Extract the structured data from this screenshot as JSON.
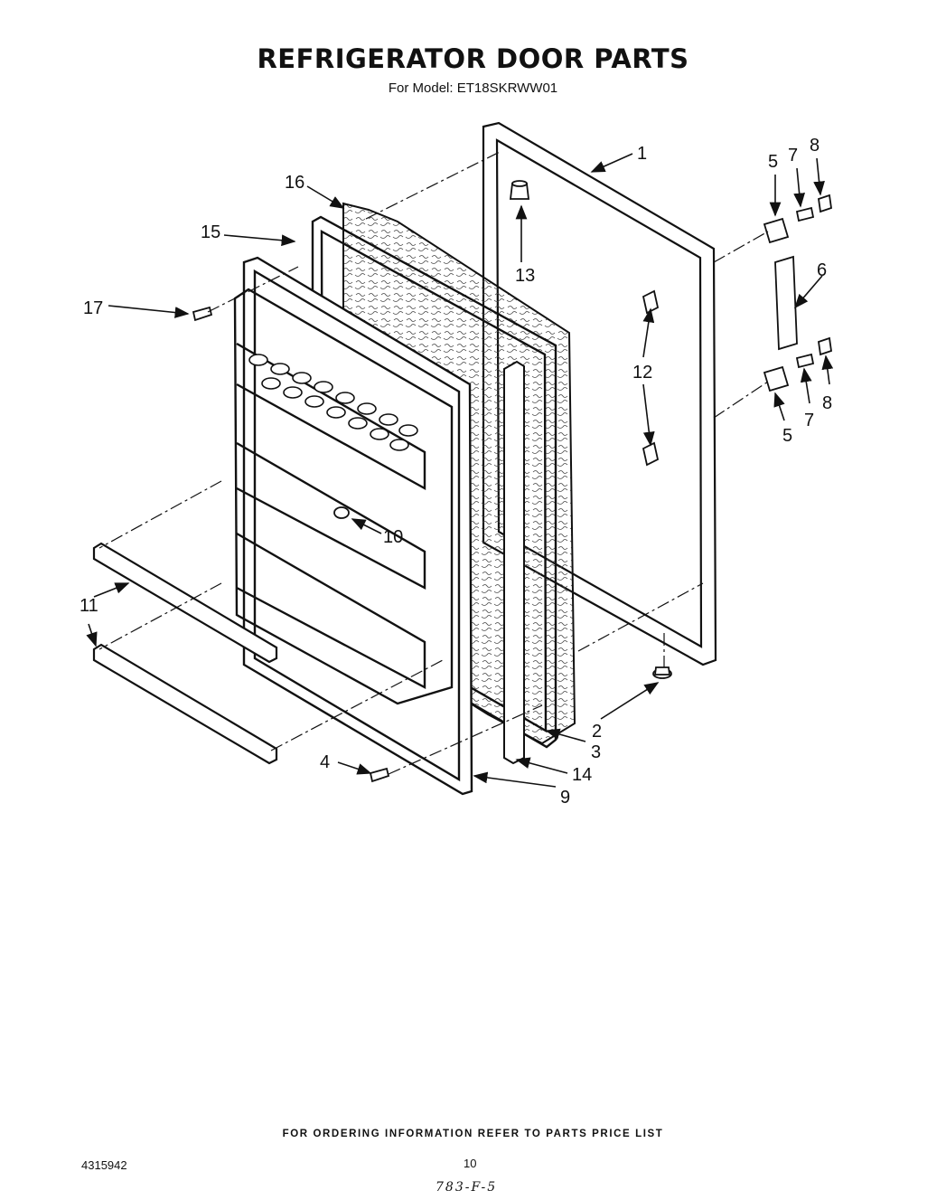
{
  "header": {
    "title": "REFRIGERATOR DOOR PARTS",
    "model_label": "For Model: ET18SKRWW01"
  },
  "callouts": [
    "1",
    "2",
    "3",
    "4",
    "5",
    "5",
    "6",
    "7",
    "7",
    "8",
    "8",
    "9",
    "10",
    "11",
    "12",
    "13",
    "14",
    "15",
    "16",
    "17"
  ],
  "footer": {
    "ordering_info": "FOR ORDERING INFORMATION REFER TO PARTS PRICE LIST",
    "document_number": "4315942",
    "page_number": "10",
    "handwritten_note": "783-F-5"
  }
}
